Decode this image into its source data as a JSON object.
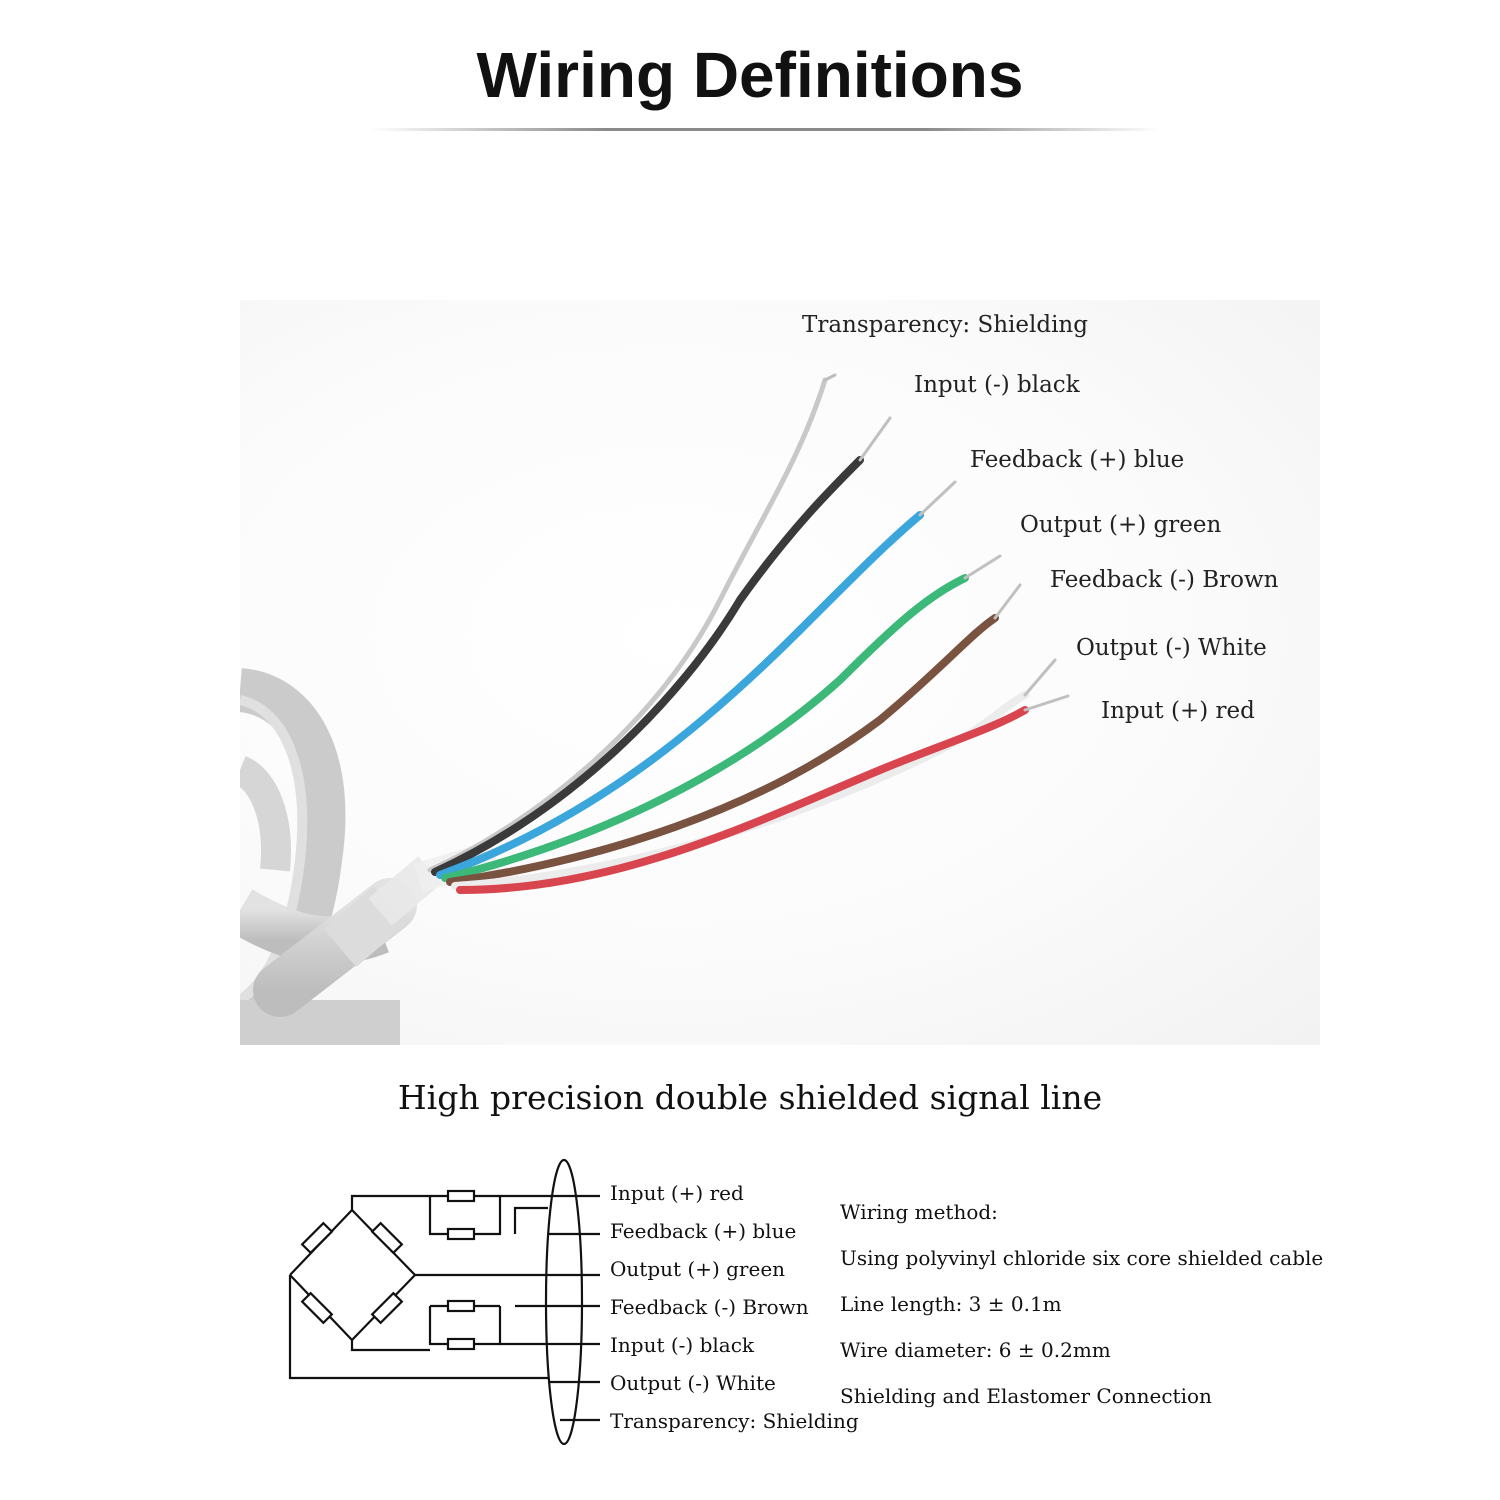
{
  "header": {
    "title": "Wiring Definitions"
  },
  "photo": {
    "labels": [
      "Transparency: Shielding",
      "Input (-) black",
      "Feedback (+) blue",
      "Output (+) green",
      "Feedback (-) Brown",
      "Output (-) White",
      "Input (+) red"
    ]
  },
  "subtitle": "High precision double shielded signal line",
  "schematic": {
    "labels": [
      "Input (+) red",
      "Feedback (+) blue",
      "Output (+) green",
      "Feedback (-) Brown",
      "Input (-) black",
      "Output (-) White",
      "Transparency: Shielding"
    ]
  },
  "specs": {
    "heading": "Wiring method:",
    "lines": [
      "Using polyvinyl chloride six core shielded cable",
      "Line length: 3 ± 0.1m",
      "Wire diameter: 6 ± 0.2mm",
      "Shielding and Elastomer Connection"
    ]
  },
  "colors": {
    "shield": "#c8c8c8",
    "black": "#3a3a3a",
    "blue": "#3aa6dc",
    "green": "#3cb878",
    "brown": "#7a5240",
    "white": "#f4f4f4",
    "red": "#d9454f",
    "cable": "#d3d3d3"
  }
}
